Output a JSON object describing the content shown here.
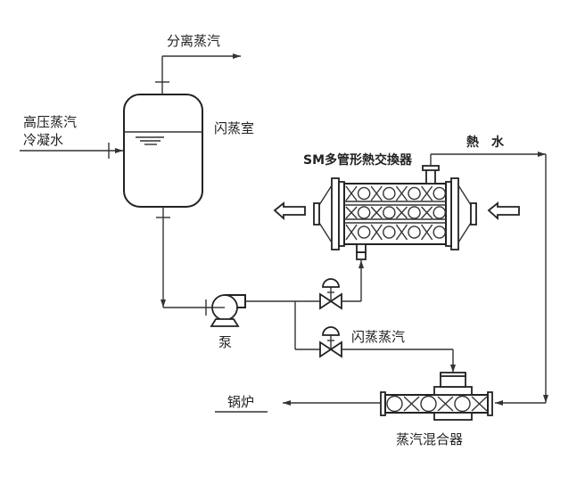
{
  "diagram": {
    "type": "process-flow",
    "labels": {
      "separated_steam": "分离蒸汽",
      "hp_condensate_line1": "高压蒸汽",
      "hp_condensate_line2": "冷凝水",
      "flash_tank": "闪蒸室",
      "heat_exchanger": "SM多管形熱交換器",
      "hot_water": "熱　水",
      "pump": "泵",
      "flash_steam": "闪蒸蒸汽",
      "boiler": "锅炉",
      "steam_mixer": "蒸汽混合器"
    },
    "components": [
      {
        "id": "flash-tank",
        "name": "闪蒸室"
      },
      {
        "id": "pump",
        "name": "泵"
      },
      {
        "id": "control-valve-1",
        "name": "control valve"
      },
      {
        "id": "control-valve-2",
        "name": "control valve"
      },
      {
        "id": "heat-exchanger",
        "name": "SM多管形熱交換器"
      },
      {
        "id": "steam-mixer",
        "name": "蒸汽混合器"
      }
    ],
    "flows": [
      {
        "from": "高压蒸汽冷凝水",
        "to": "闪蒸室"
      },
      {
        "from": "闪蒸室",
        "to": "分离蒸汽"
      },
      {
        "from": "闪蒸室",
        "to": "泵"
      },
      {
        "from": "泵",
        "to": "SM多管形熱交換器"
      },
      {
        "from": "泵",
        "to": "蒸汽混合器",
        "via": "闪蒸蒸汽"
      },
      {
        "from": "SM多管形熱交換器",
        "to": "蒸汽混合器",
        "via": "熱水"
      },
      {
        "from": "蒸汽混合器",
        "to": "锅炉"
      }
    ]
  }
}
